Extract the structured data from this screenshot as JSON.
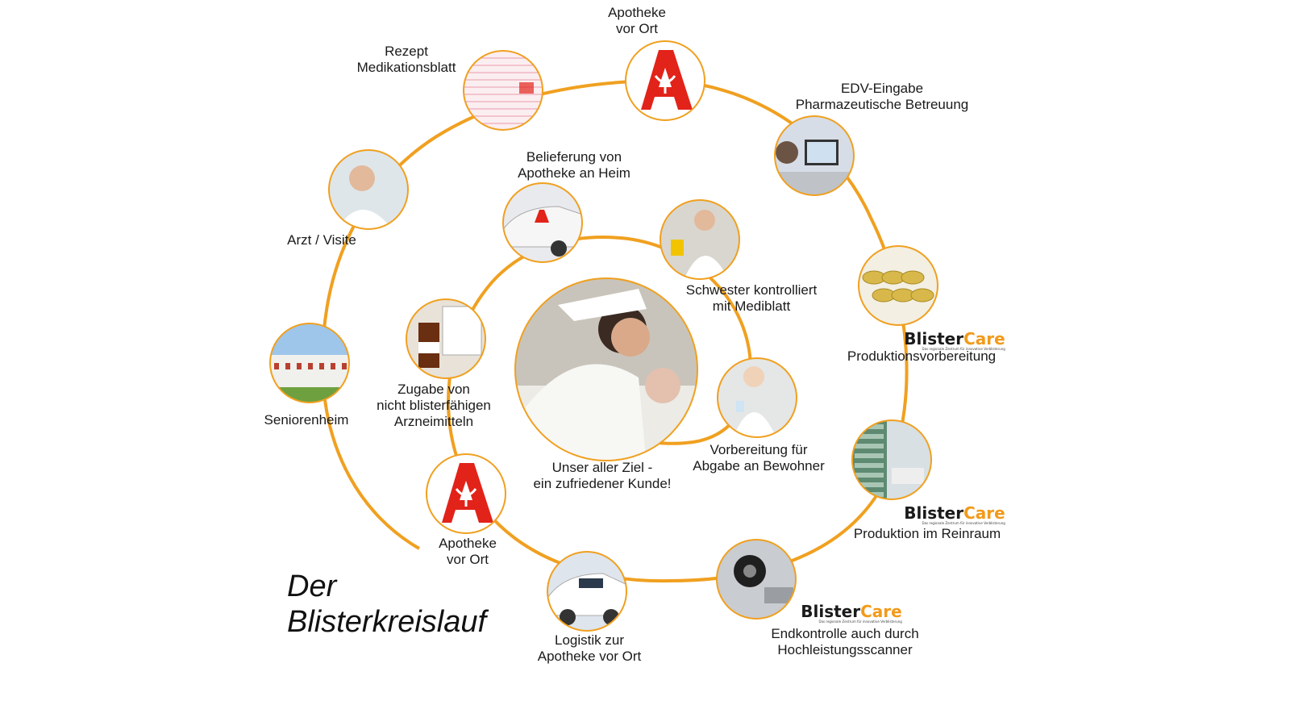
{
  "title": {
    "line1": "Der",
    "line2": "Blisterkreislauf"
  },
  "brand": {
    "part1": "Blister",
    "part2": "Care",
    "tagline": "Das regionale Zentrum für innovative Verblisterung"
  },
  "colors": {
    "spiral": "#f0a020",
    "pharmacy_red": "#e2231a",
    "circle_border": "#f0a020"
  },
  "nodes": [
    {
      "id": "apotheke-top",
      "lines": [
        "Apotheke",
        "vor Ort"
      ],
      "icon": "pharmacy-a-icon"
    },
    {
      "id": "rezept",
      "lines": [
        "Rezept",
        "Medikationsblatt"
      ],
      "icon": "prescription-form-photo"
    },
    {
      "id": "edv",
      "lines": [
        "EDV-Eingabe",
        "Pharmazeutische Betreuung"
      ],
      "icon": "computer-workstation-photo"
    },
    {
      "id": "arzt",
      "lines": [
        "Arzt / Visite"
      ],
      "icon": "doctor-photo"
    },
    {
      "id": "belieferung",
      "lines": [
        "Belieferung von",
        "Apotheke an Heim"
      ],
      "icon": "pharmacy-car-photo"
    },
    {
      "id": "schwester",
      "lines": [
        "Schwester kontrolliert",
        "mit Mediblatt"
      ],
      "icon": "nurse-photo"
    },
    {
      "id": "produktionsvorbereitung",
      "lines": [
        "Produktionsvorbereitung"
      ],
      "icon": "capsules-photo",
      "brand": true
    },
    {
      "id": "seniorenheim",
      "lines": [
        "Seniorenheim"
      ],
      "icon": "building-photo"
    },
    {
      "id": "zugabe",
      "lines": [
        "Zugabe von",
        "nicht blisterfähigen",
        "Arzneimitteln"
      ],
      "icon": "medicine-bottle-photo"
    },
    {
      "id": "ziel",
      "lines": [
        "Unser aller Ziel -",
        "ein zufriedener Kunde!"
      ],
      "icon": "nurse-patient-photo"
    },
    {
      "id": "vorbereitung",
      "lines": [
        "Vorbereitung für",
        "Abgabe an Bewohner"
      ],
      "icon": "nurse-cup-photo"
    },
    {
      "id": "reinraum",
      "lines": [
        "Produktion im Reinraum"
      ],
      "icon": "cleanroom-machine-photo",
      "brand": true
    },
    {
      "id": "apotheke-bottom",
      "lines": [
        "Apotheke",
        "vor Ort"
      ],
      "icon": "pharmacy-a-icon"
    },
    {
      "id": "logistik",
      "lines": [
        "Logistik zur",
        "Apotheke vor Ort"
      ],
      "icon": "delivery-car-photo"
    },
    {
      "id": "endkontrolle",
      "lines": [
        "Endkontrolle auch durch",
        "Hochleistungsscanner"
      ],
      "icon": "scanner-machine-photo",
      "brand": true
    }
  ]
}
